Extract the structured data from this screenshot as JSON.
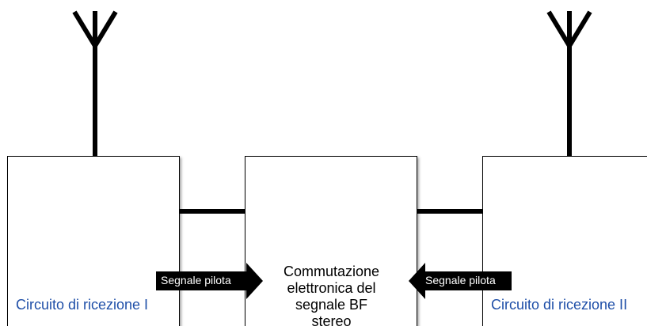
{
  "colors": {
    "label_blue": "#1f4fa8",
    "line": "#000000",
    "box_border": "#000000",
    "background": "#ffffff"
  },
  "left_box": {
    "label": "Circuito di ricezione I"
  },
  "center_box": {
    "text": "Commutazione\nelettronica del\nsegnale BF\nstereo"
  },
  "right_box": {
    "label": "Circuito di ricezione II"
  },
  "arrows": {
    "left_label": "Segnale pilota",
    "right_label": "Segnale pilota"
  },
  "icons": [
    "antenna-icon",
    "antenna-icon"
  ]
}
